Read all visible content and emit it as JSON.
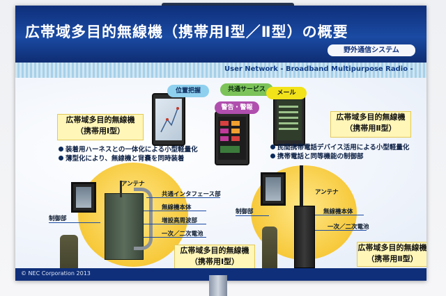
{
  "title": "広帯域多目的無線機（携帯用Ⅰ型／Ⅱ型）の概要",
  "badge": "野外通信システム",
  "subtitle": "User Network - Broadband Multipurpose Radio -",
  "center_labels": {
    "position": "位置把握",
    "common_service": "共通サービス",
    "mail": "メール",
    "alert": "警告・警報"
  },
  "type1": {
    "label_line1": "広帯域多目的無線機",
    "label_line2": "（携帯用Ⅰ型）",
    "bullets": [
      "装着用ハーネスとの一体化による小型軽量化",
      "薄型化により、無線機と背嚢を同時装着"
    ],
    "parts": {
      "antenna": "アンテナ",
      "controller": "制御部",
      "interface": "共通インタフェース部",
      "body": "無線機本体",
      "amp": "増設高周波部",
      "battery": "一次／二次電池"
    },
    "caption_line1": "広帯域多目的無線機",
    "caption_line2": "（携帯用Ⅰ型）"
  },
  "type2": {
    "label_line1": "広帯域多目的無線機",
    "label_line2": "（携帯用Ⅱ型）",
    "bullets": [
      "民間携帯電話デバイス活用による小型軽量化",
      "携帯電話と同等機能の制御部"
    ],
    "parts": {
      "antenna": "アンテナ",
      "controller": "制御部",
      "body": "無線機本体",
      "battery": "一次／二次電池"
    },
    "caption_line1": "広帯域多目的無線機",
    "caption_line2": "（携帯用Ⅱ型）"
  },
  "copyright": "© NEC Corporation 2013",
  "colors": {
    "banner": "#0f2f7a",
    "label_yellow": "#fff6b8",
    "disc_yellow": "#f7c93a",
    "oval_blue": "#8fd0ef",
    "oval_green": "#7cc35a",
    "oval_yellow": "#f1e21a",
    "oval_purple": "#b04fae"
  }
}
